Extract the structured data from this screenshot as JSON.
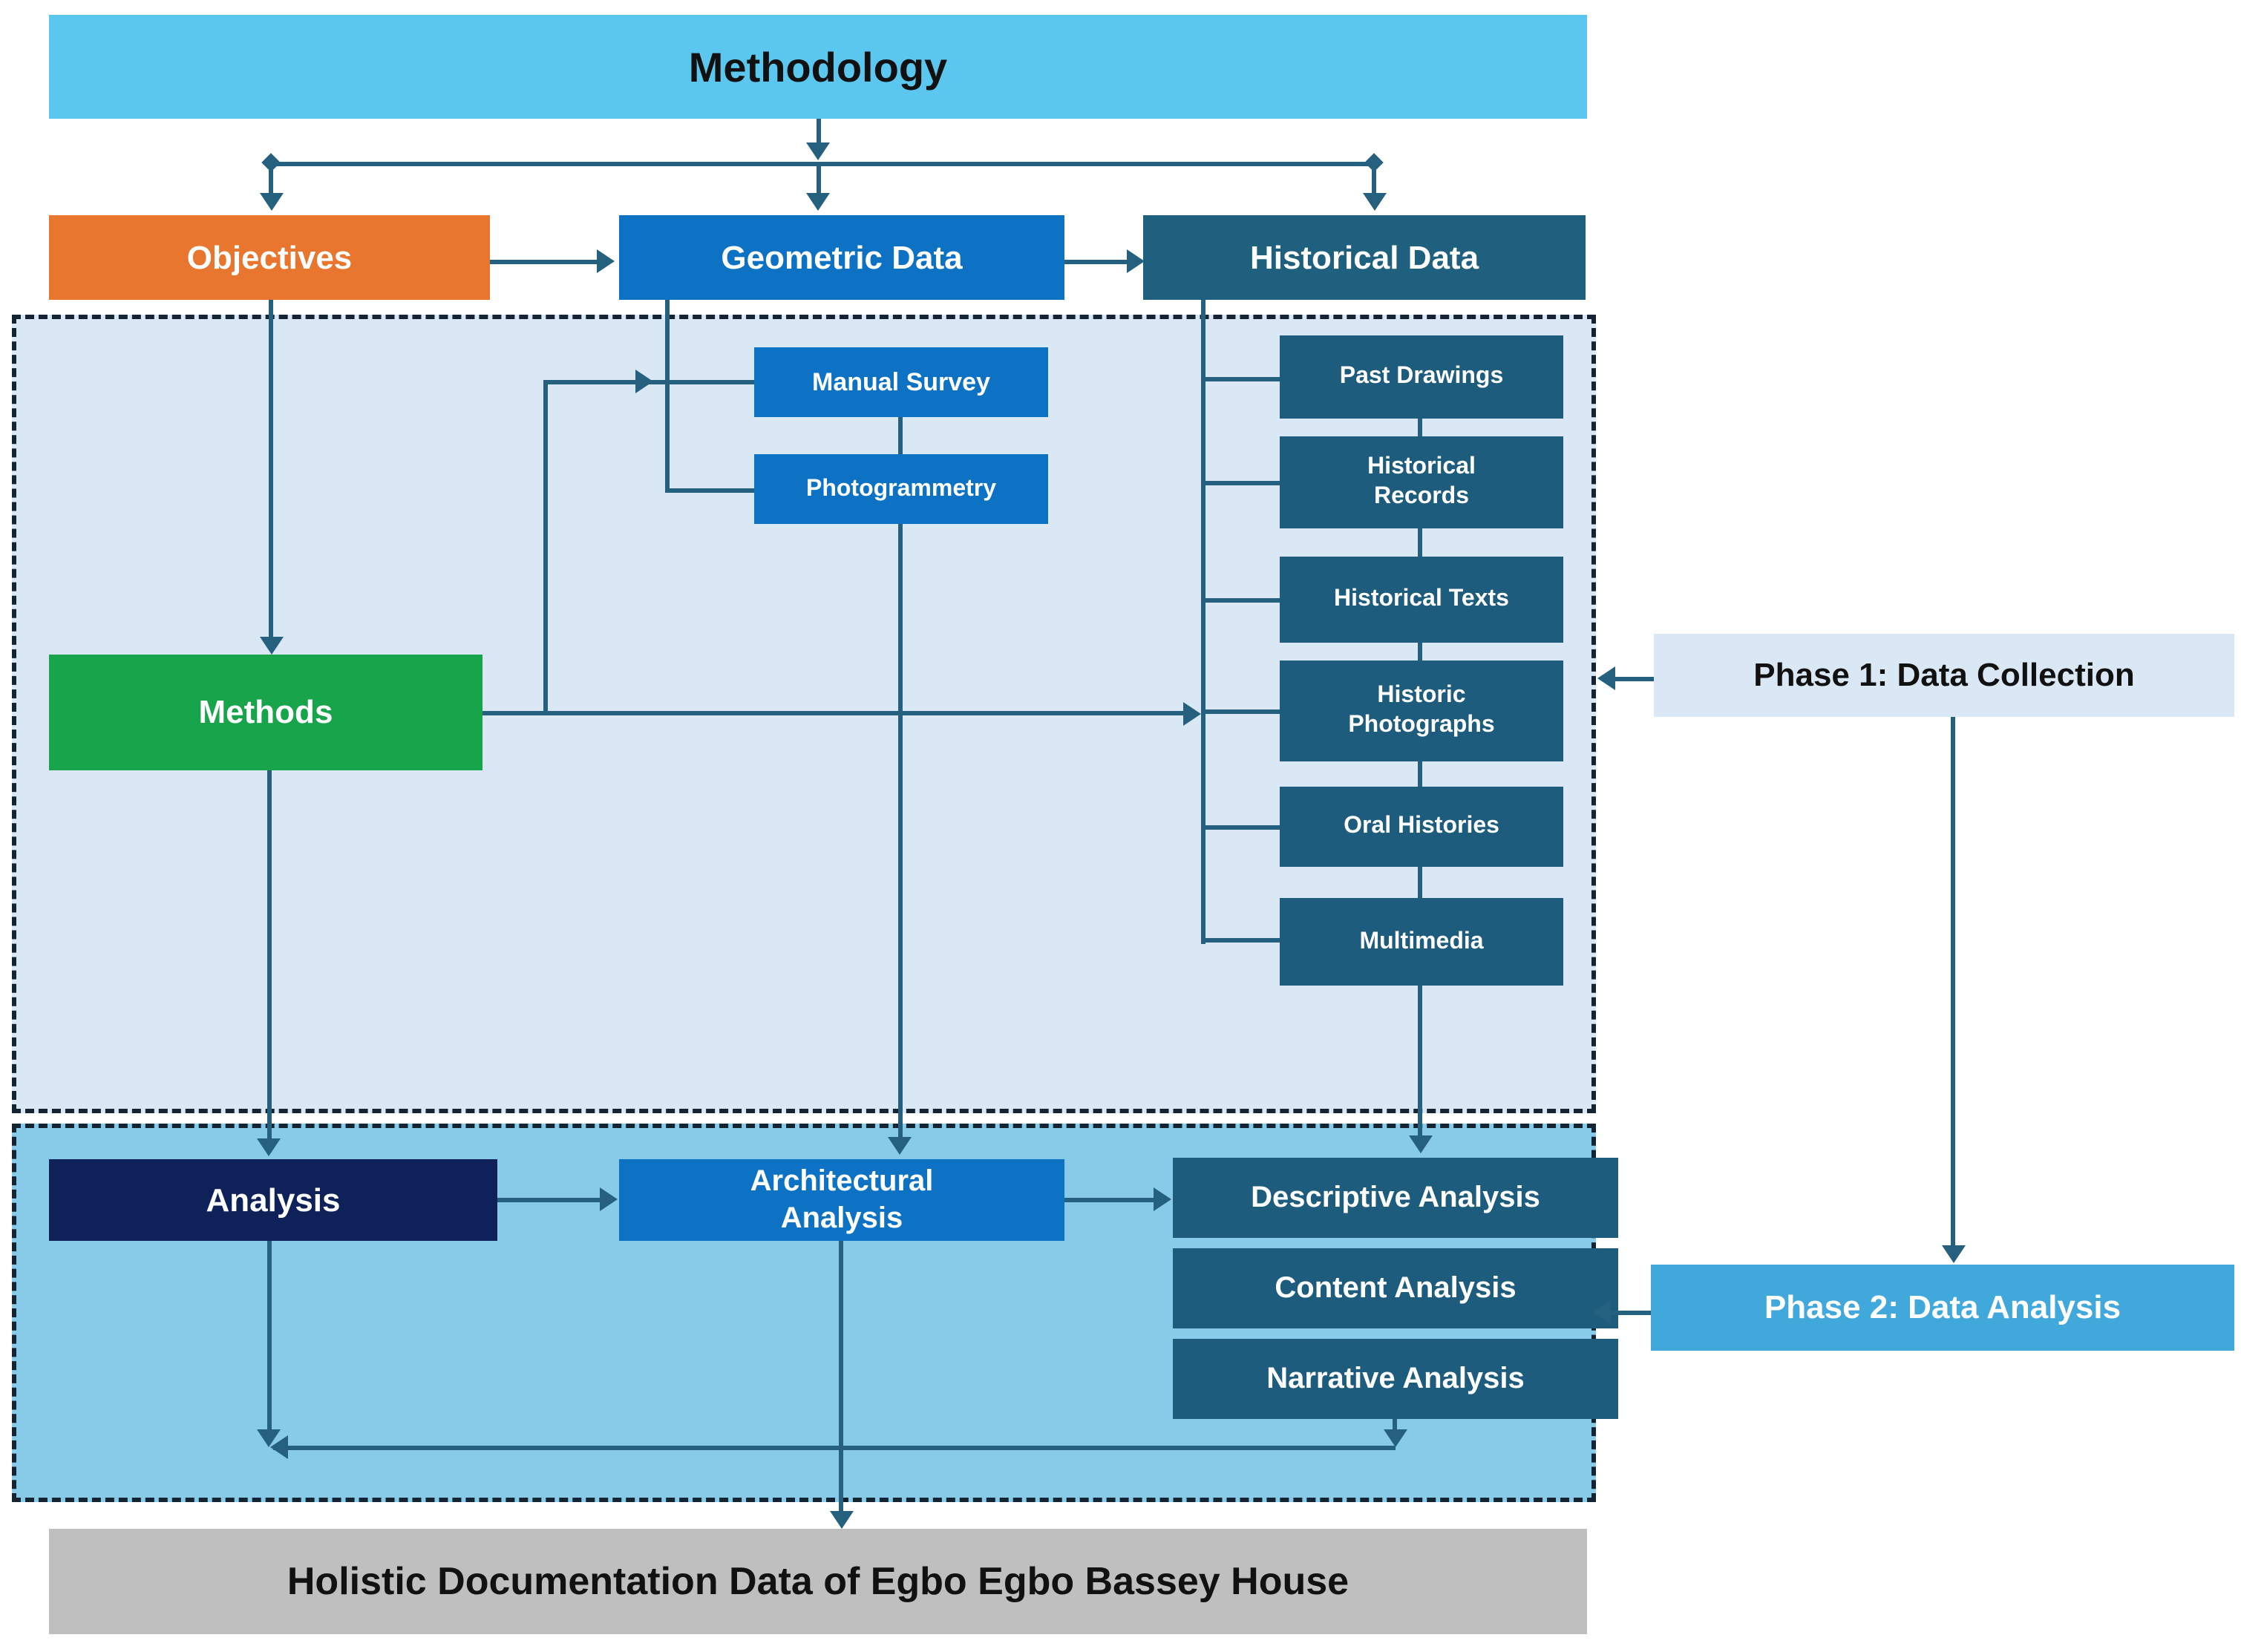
{
  "header": {
    "title": "Methodology"
  },
  "top_row": {
    "objectives": "Objectives",
    "geometric": "Geometric Data",
    "historical": "Historical Data"
  },
  "phase1": {
    "label": "Phase 1: Data Collection",
    "methods": "Methods",
    "geometric_methods": [
      "Manual Survey",
      "Photogrammetry"
    ],
    "historical_sources": [
      "Past Drawings",
      "Historical Records",
      "Historical Texts",
      "Historic Photographs",
      "Oral Histories",
      "Multimedia"
    ]
  },
  "phase2": {
    "label": "Phase 2: Data Analysis",
    "analysis": "Analysis",
    "architectural": "Architectural Analysis",
    "analysis_types": [
      "Descriptive Analysis",
      "Content Analysis",
      "Narrative Analysis"
    ]
  },
  "footer": {
    "outcome": "Holistic Documentation Data of Egbo Egbo Bassey House"
  },
  "colors": {
    "header_bg": "#5BC7EF",
    "objectives_bg": "#E8762E",
    "blue_bg": "#0D72C4",
    "dark_teal_bg": "#1D5C7D",
    "historical_bg": "#20607F",
    "methods_bg": "#17A44B",
    "analysis_bg": "#0E2159",
    "phase1_region_bg": "#DAE8F5",
    "phase2_region_bg": "#87CBE9",
    "phase2_label_bg": "#41A8DC",
    "footer_bg": "#BFBFBF",
    "connector": "#25617F"
  }
}
